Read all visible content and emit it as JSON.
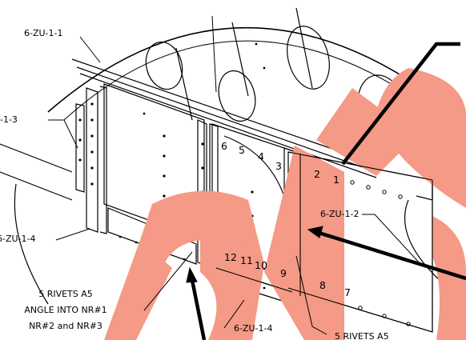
{
  "part_labels": {
    "top": "6-ZU-1-1",
    "left_upper": "-1-3",
    "left_lower": "6-ZU-1-4",
    "right": "6-ZU-1-2",
    "bottom": "6-ZU-1-4"
  },
  "notes": {
    "line1": "5 RIVETS A5",
    "line2": "ANGLE INTO NR#1",
    "line3": "NR#2 and NR#3",
    "right_note": "5 RIVETS A5"
  },
  "rivet_numbers": [
    "1",
    "2",
    "3",
    "4",
    "5",
    "6",
    "7",
    "8",
    "9",
    "10",
    "11",
    "12"
  ],
  "colors": {
    "watermark": "#f49a86",
    "line": "#000000",
    "background": "#ffffff"
  }
}
